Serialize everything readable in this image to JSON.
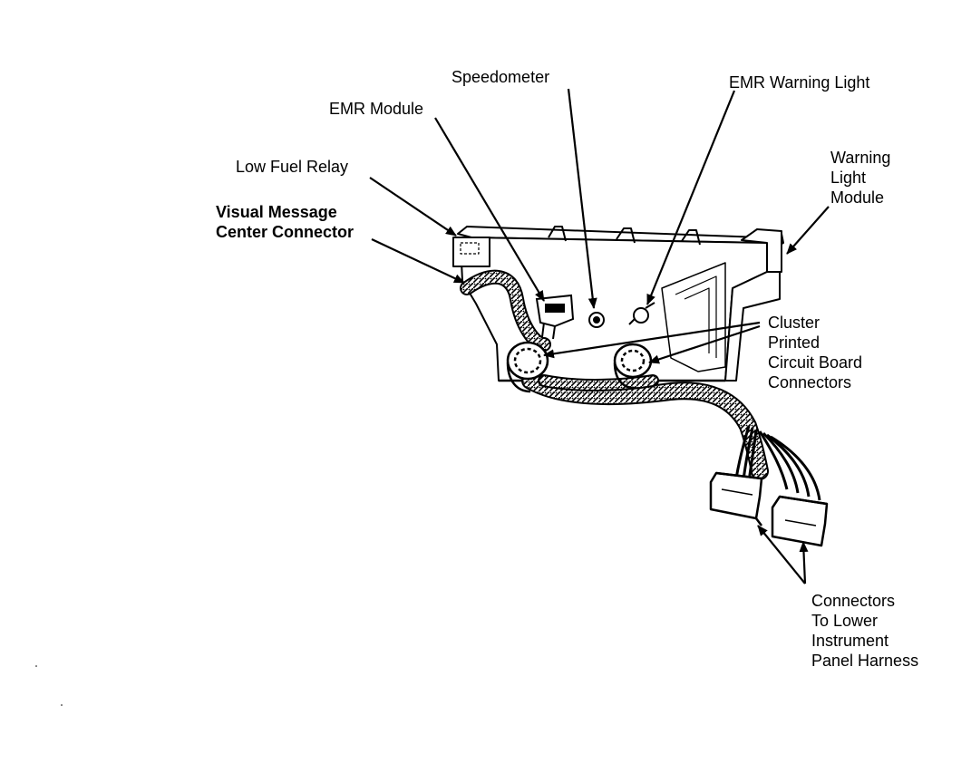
{
  "labels": {
    "speedometer": "Speedometer",
    "emr_warning_light": "EMR Warning Light",
    "emr_module": "EMR Module",
    "low_fuel_relay": "Low Fuel Relay",
    "visual_message_center_connector": [
      "Visual Message",
      "Center Connector"
    ],
    "warning_light_module": [
      "Warning",
      "Light",
      "Module"
    ],
    "cluster_pcb_connectors": [
      "Cluster",
      "Printed",
      "Circuit Board",
      "Connectors"
    ],
    "lower_ip_harness_connectors": [
      "Connectors",
      "To Lower",
      "Instrument",
      "Panel Harness"
    ]
  },
  "colors": {
    "ink": "#000000",
    "paper": "#ffffff"
  }
}
